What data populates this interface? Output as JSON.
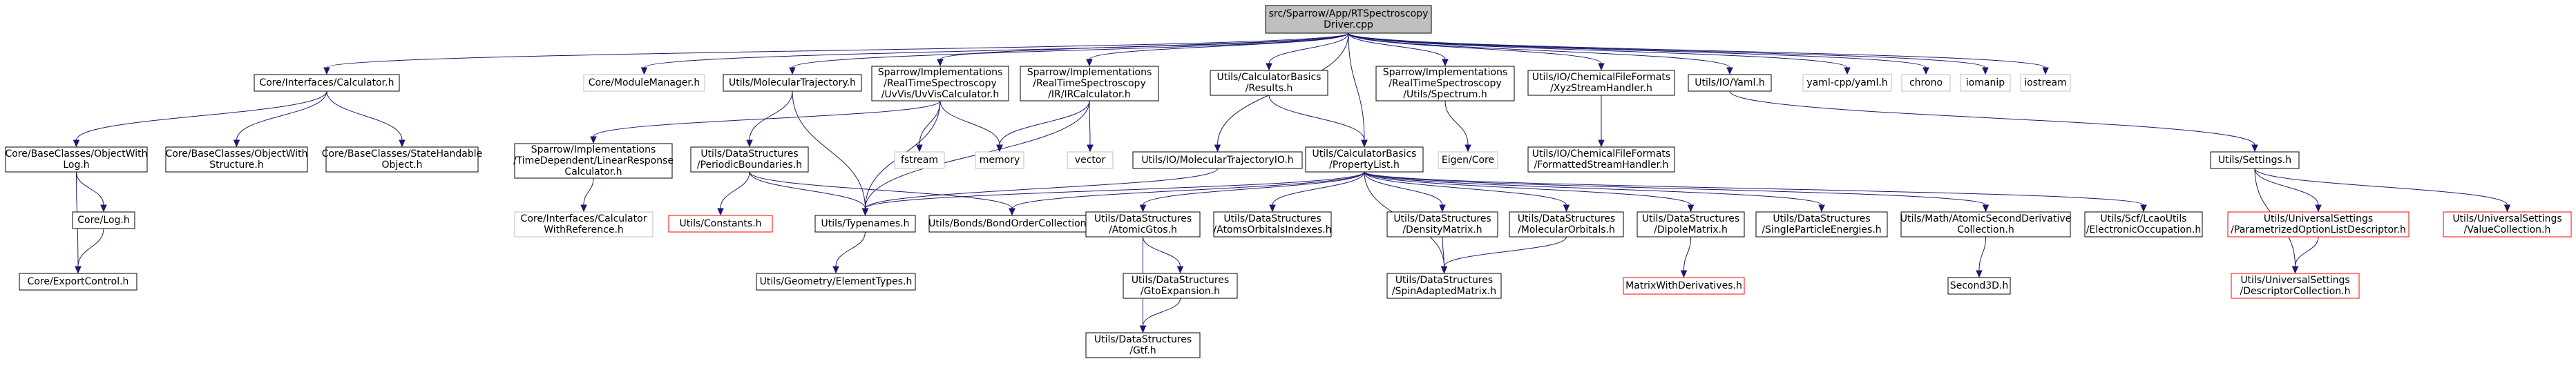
{
  "colors": {
    "edge": "#191970",
    "border_documented": "#000000",
    "border_external": "#bfbfbf",
    "border_missing": "#ff0000",
    "root_fill": "#bfbfbf"
  },
  "nodes": [
    {
      "id": "root",
      "lines": [
        "src/Sparrow/App/RTSpectroscopy",
        "Driver.cpp"
      ],
      "kind": "root"
    },
    {
      "id": "calculator",
      "lines": [
        "Core/Interfaces/Calculator.h"
      ],
      "kind": "doc"
    },
    {
      "id": "modulemanager",
      "lines": [
        "Core/ModuleManager.h"
      ],
      "kind": "ext"
    },
    {
      "id": "moltraj",
      "lines": [
        "Utils/MolecularTrajectory.h"
      ],
      "kind": "doc"
    },
    {
      "id": "uvvis",
      "lines": [
        "Sparrow/Implementations",
        "/RealTimeSpectroscopy",
        "/UvVis/UvVisCalculator.h"
      ],
      "kind": "doc"
    },
    {
      "id": "ircalc",
      "lines": [
        "Sparrow/Implementations",
        "/RealTimeSpectroscopy",
        "/IR/IRCalculator.h"
      ],
      "kind": "doc"
    },
    {
      "id": "results",
      "lines": [
        "Utils/CalculatorBasics",
        "/Results.h"
      ],
      "kind": "doc"
    },
    {
      "id": "spectrum",
      "lines": [
        "Sparrow/Implementations",
        "/RealTimeSpectroscopy",
        "/Utils/Spectrum.h"
      ],
      "kind": "doc"
    },
    {
      "id": "xyzhandler",
      "lines": [
        "Utils/IO/ChemicalFileFormats",
        "/XyzStreamHandler.h"
      ],
      "kind": "doc"
    },
    {
      "id": "yamlh",
      "lines": [
        "Utils/IO/Yaml.h"
      ],
      "kind": "doc"
    },
    {
      "id": "yamlcpp",
      "lines": [
        "yaml-cpp/yaml.h"
      ],
      "kind": "ext"
    },
    {
      "id": "chrono",
      "lines": [
        "chrono"
      ],
      "kind": "ext"
    },
    {
      "id": "iomanip",
      "lines": [
        "iomanip"
      ],
      "kind": "ext"
    },
    {
      "id": "iostream",
      "lines": [
        "iostream"
      ],
      "kind": "ext"
    },
    {
      "id": "objectwithlog",
      "lines": [
        "Core/BaseClasses/ObjectWith",
        "Log.h"
      ],
      "kind": "doc"
    },
    {
      "id": "objectwithstructure",
      "lines": [
        "Core/BaseClasses/ObjectWith",
        "Structure.h"
      ],
      "kind": "doc"
    },
    {
      "id": "statehandable",
      "lines": [
        "Core/BaseClasses/StateHandable",
        "Object.h"
      ],
      "kind": "doc"
    },
    {
      "id": "timedependent",
      "lines": [
        "Sparrow/Implementations",
        "/TimeDependent/LinearResponse",
        "Calculator.h"
      ],
      "kind": "doc"
    },
    {
      "id": "periodicbounds",
      "lines": [
        "Utils/DataStructures",
        "/PeriodicBoundaries.h"
      ],
      "kind": "doc"
    },
    {
      "id": "fstream",
      "lines": [
        "fstream"
      ],
      "kind": "ext"
    },
    {
      "id": "memory",
      "lines": [
        "memory"
      ],
      "kind": "ext"
    },
    {
      "id": "vector",
      "lines": [
        "vector"
      ],
      "kind": "ext"
    },
    {
      "id": "moltrajio",
      "lines": [
        "Utils/IO/MolecularTrajectoryIO.h"
      ],
      "kind": "doc"
    },
    {
      "id": "propertylist",
      "lines": [
        "Utils/CalculatorBasics",
        "/PropertyList.h"
      ],
      "kind": "doc"
    },
    {
      "id": "eigencore",
      "lines": [
        "Eigen/Core"
      ],
      "kind": "ext"
    },
    {
      "id": "formattedhandler",
      "lines": [
        "Utils/IO/ChemicalFileFormats",
        "/FormattedStreamHandler.h"
      ],
      "kind": "doc"
    },
    {
      "id": "settings",
      "lines": [
        "Utils/Settings.h"
      ],
      "kind": "doc"
    },
    {
      "id": "corelog",
      "lines": [
        "Core/Log.h"
      ],
      "kind": "doc"
    },
    {
      "id": "exportcontrol",
      "lines": [
        "Core/ExportControl.h"
      ],
      "kind": "doc"
    },
    {
      "id": "calcwithref",
      "lines": [
        "Core/Interfaces/Calculator",
        "WithReference.h"
      ],
      "kind": "ext"
    },
    {
      "id": "constants",
      "lines": [
        "Utils/Constants.h"
      ],
      "kind": "missing"
    },
    {
      "id": "typenames",
      "lines": [
        "Utils/Typenames.h"
      ],
      "kind": "doc"
    },
    {
      "id": "bondorder",
      "lines": [
        "Utils/Bonds/BondOrderCollection.h"
      ],
      "kind": "doc"
    },
    {
      "id": "atomicgtos",
      "lines": [
        "Utils/DataStructures",
        "/AtomicGtos.h"
      ],
      "kind": "doc"
    },
    {
      "id": "atomsorbital",
      "lines": [
        "Utils/DataStructures",
        "/AtomsOrbitalsIndexes.h"
      ],
      "kind": "doc"
    },
    {
      "id": "densitymatrix",
      "lines": [
        "Utils/DataStructures",
        "/DensityMatrix.h"
      ],
      "kind": "doc"
    },
    {
      "id": "molorbitals",
      "lines": [
        "Utils/DataStructures",
        "/MolecularOrbitals.h"
      ],
      "kind": "doc"
    },
    {
      "id": "dipolematrix",
      "lines": [
        "Utils/DataStructures",
        "/DipoleMatrix.h"
      ],
      "kind": "doc"
    },
    {
      "id": "singleparticle",
      "lines": [
        "Utils/DataStructures",
        "/SingleParticleEnergies.h"
      ],
      "kind": "doc"
    },
    {
      "id": "atomicsecond",
      "lines": [
        "Utils/Math/AtomicSecondDerivative",
        "Collection.h"
      ],
      "kind": "doc"
    },
    {
      "id": "electronicocc",
      "lines": [
        "Utils/Scf/LcaoUtils",
        "/ElectronicOccupation.h"
      ],
      "kind": "doc"
    },
    {
      "id": "paramlist",
      "lines": [
        "Utils/UniversalSettings",
        "/ParametrizedOptionListDescriptor.h"
      ],
      "kind": "missing"
    },
    {
      "id": "valuecollection",
      "lines": [
        "Utils/UniversalSettings",
        "/ValueCollection.h"
      ],
      "kind": "missing"
    },
    {
      "id": "elementtypes",
      "lines": [
        "Utils/Geometry/ElementTypes.h"
      ],
      "kind": "doc"
    },
    {
      "id": "gtoexpansion",
      "lines": [
        "Utils/DataStructures",
        "/GtoExpansion.h"
      ],
      "kind": "doc"
    },
    {
      "id": "spinadapted",
      "lines": [
        "Utils/DataStructures",
        "/SpinAdaptedMatrix.h"
      ],
      "kind": "doc"
    },
    {
      "id": "matrixwithderiv",
      "lines": [
        "MatrixWithDerivatives.h"
      ],
      "kind": "missing"
    },
    {
      "id": "second3d",
      "lines": [
        "Second3D.h"
      ],
      "kind": "doc"
    },
    {
      "id": "descriptorcoll",
      "lines": [
        "Utils/UniversalSettings",
        "/DescriptorCollection.h"
      ],
      "kind": "missing"
    },
    {
      "id": "gtf",
      "lines": [
        "Utils/DataStructures",
        "/Gtf.h"
      ],
      "kind": "doc"
    }
  ],
  "edges": [
    [
      "root",
      "calculator"
    ],
    [
      "root",
      "modulemanager"
    ],
    [
      "root",
      "moltraj"
    ],
    [
      "root",
      "uvvis"
    ],
    [
      "root",
      "ircalc"
    ],
    [
      "root",
      "results"
    ],
    [
      "root",
      "propertylist"
    ],
    [
      "root",
      "moltrajio"
    ],
    [
      "root",
      "spectrum"
    ],
    [
      "root",
      "xyzhandler"
    ],
    [
      "root",
      "yamlh"
    ],
    [
      "root",
      "yamlcpp"
    ],
    [
      "root",
      "chrono"
    ],
    [
      "root",
      "iomanip"
    ],
    [
      "root",
      "iostream"
    ],
    [
      "calculator",
      "objectwithlog"
    ],
    [
      "calculator",
      "objectwithstructure"
    ],
    [
      "calculator",
      "statehandable"
    ],
    [
      "objectwithlog",
      "corelog"
    ],
    [
      "objectwithlog",
      "exportcontrol"
    ],
    [
      "corelog",
      "exportcontrol"
    ],
    [
      "moltraj",
      "periodicbounds"
    ],
    [
      "moltraj",
      "typenames"
    ],
    [
      "uvvis",
      "timedependent"
    ],
    [
      "uvvis",
      "fstream"
    ],
    [
      "uvvis",
      "memory"
    ],
    [
      "uvvis",
      "typenames"
    ],
    [
      "ircalc",
      "memory"
    ],
    [
      "ircalc",
      "vector"
    ],
    [
      "ircalc",
      "typenames"
    ],
    [
      "timedependent",
      "calcwithref"
    ],
    [
      "periodicbounds",
      "constants"
    ],
    [
      "periodicbounds",
      "typenames"
    ],
    [
      "periodicbounds",
      "bondorder"
    ],
    [
      "results",
      "propertylist"
    ],
    [
      "propertylist",
      "typenames"
    ],
    [
      "propertylist",
      "bondorder"
    ],
    [
      "propertylist",
      "atomicgtos"
    ],
    [
      "propertylist",
      "atomsorbital"
    ],
    [
      "propertylist",
      "densitymatrix"
    ],
    [
      "propertylist",
      "molorbitals"
    ],
    [
      "propertylist",
      "dipolematrix"
    ],
    [
      "propertylist",
      "singleparticle"
    ],
    [
      "propertylist",
      "atomicsecond"
    ],
    [
      "propertylist",
      "electronicocc"
    ],
    [
      "propertylist",
      "spinadapted"
    ],
    [
      "moltrajio",
      "typenames"
    ],
    [
      "typenames",
      "elementtypes"
    ],
    [
      "atomicgtos",
      "gtoexpansion"
    ],
    [
      "atomicgtos",
      "gtf"
    ],
    [
      "gtoexpansion",
      "gtf"
    ],
    [
      "densitymatrix",
      "spinadapted"
    ],
    [
      "molorbitals",
      "spinadapted"
    ],
    [
      "dipolematrix",
      "matrixwithderiv"
    ],
    [
      "atomicsecond",
      "second3d"
    ],
    [
      "spectrum",
      "eigencore"
    ],
    [
      "xyzhandler",
      "formattedhandler"
    ],
    [
      "yamlh",
      "settings"
    ],
    [
      "settings",
      "paramlist"
    ],
    [
      "settings",
      "valuecollection"
    ],
    [
      "settings",
      "descriptorcoll"
    ],
    [
      "paramlist",
      "descriptorcoll"
    ]
  ]
}
